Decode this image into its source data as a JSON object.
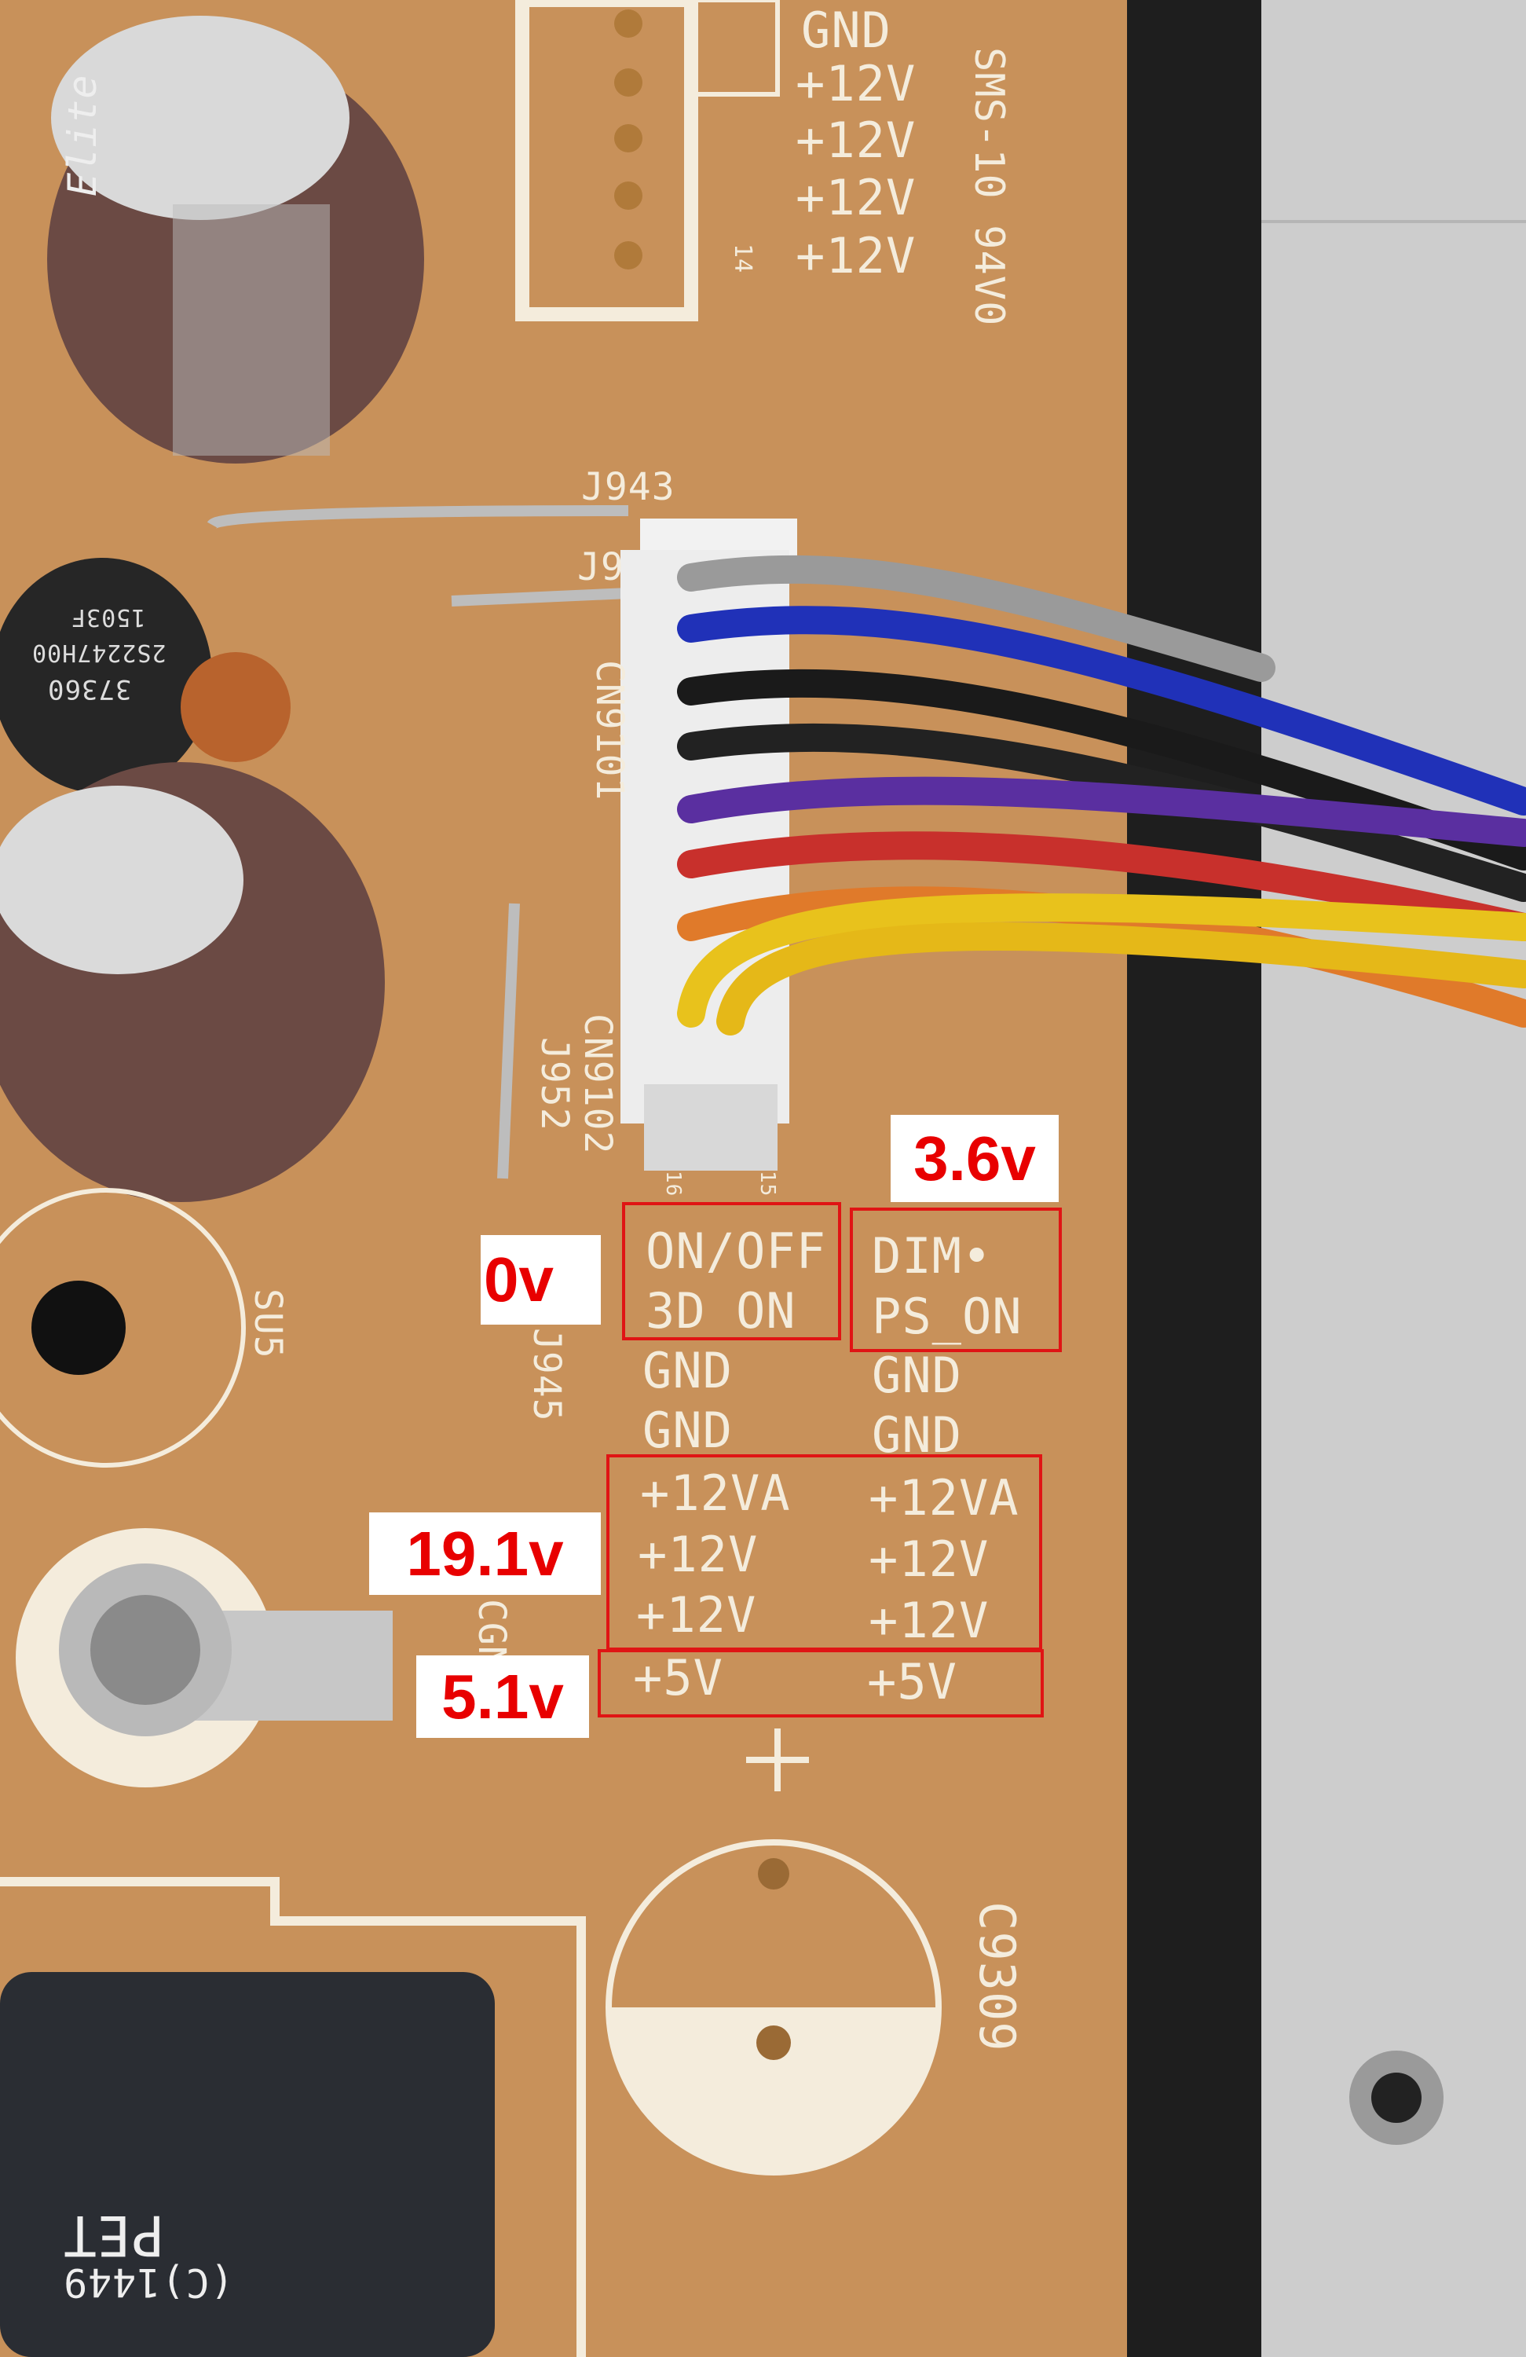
{
  "top_connector": {
    "pins": [
      "GND",
      "+12V",
      "+12V",
      "+12V",
      "+12V"
    ],
    "pin_number": "14"
  },
  "board_marking": "SMS-10 94V0",
  "designators": {
    "j943": "J943",
    "j9": "J9",
    "cn9101": "CN9101",
    "cn9102": "CN9102",
    "j952": "J952",
    "j945": "J945",
    "su5": "SU5",
    "c9309": "C9309",
    "cgn": "CGN",
    "pin16": "16",
    "pin15": "15"
  },
  "pinout": {
    "left": [
      "ON/OFF",
      "3D_ON",
      "GND",
      "GND",
      "+12VA",
      "+12V",
      "+12V",
      "+5V"
    ],
    "right": [
      "DIM•",
      "PS_ON",
      "GND",
      "GND",
      "+12VA",
      "+12V",
      "+12V",
      "+5V"
    ]
  },
  "annotations": {
    "dim_ps_on": "3.6v",
    "on_off_3d_on": "0v",
    "v12": "19.1v",
    "v5": "5.1v"
  },
  "components": {
    "cap_brand": "Elite",
    "choke_text": [
      "37360",
      "2S2247H00",
      "1503F"
    ],
    "cap_bottom_text": [
      "PET",
      "(C)1449"
    ]
  },
  "colors": {
    "pcb": "#c8915a",
    "silkscreen": "#f4ecdc",
    "annotation_red": "#e80000",
    "annotation_box": "#e01414"
  }
}
